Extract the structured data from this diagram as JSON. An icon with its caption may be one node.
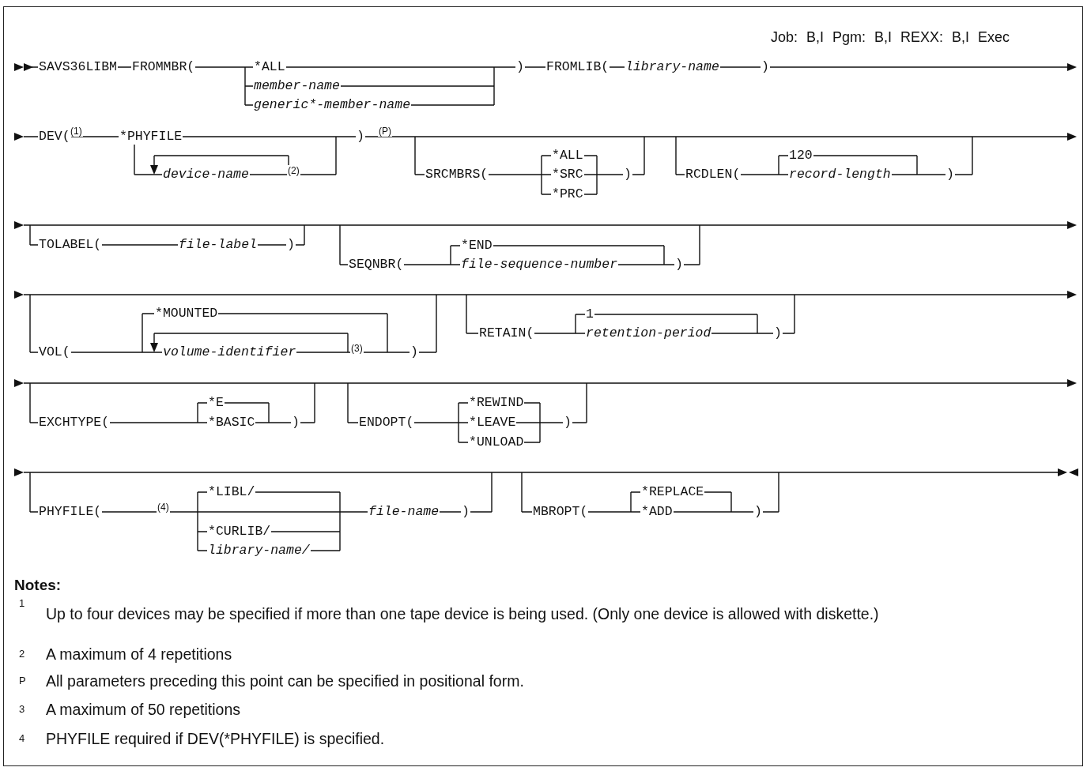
{
  "diagram": {
    "labels": [
      "Job: B,I Pgm: B,I REXX: B,I Exec",
      "SAVS36LIBM",
      "FROMMBR(",
      "*ALL",
      "member-name",
      "generic*-member-name",
      ")",
      "FROMLIB(",
      "library-name",
      ")",
      "DEV(",
      "(1)",
      "*PHYFILE",
      "device-name",
      "(2)",
      ")",
      "(P)",
      "SRCMBRS(",
      "*ALL",
      "*SRC",
      "*PRC",
      ")",
      "RCDLEN(",
      "120",
      "record-length",
      ")",
      "TOLABEL(",
      "file-label",
      ")",
      "SEQNBR(",
      "*END",
      "file-sequence-number",
      ")",
      "VOL(",
      "*MOUNTED",
      "volume-identifier",
      "(3)",
      ")",
      "RETAIN(",
      "1",
      "retention-period",
      ")",
      "EXCHTYPE(",
      "*E",
      "*BASIC",
      ")",
      "ENDOPT(",
      "*REWIND",
      "*LEAVE",
      "*UNLOAD",
      ")",
      "PHYFILE(",
      "(4)",
      "*LIBL/",
      "*CURLIB/",
      "library-name/",
      "file-name",
      ")",
      "MBROPT(",
      "*REPLACE",
      "*ADD",
      ")",
      "Notes:",
      "1",
      "Up to four devices may be specified if more than one tape device is being used. (Only one device is allowed with diskette.)",
      "2",
      "A maximum of 4 repetitions",
      "P",
      "All parameters preceding this point can be specified in positional form.",
      "3",
      "A maximum of 50 repetitions",
      "4",
      "PHYFILE required if DEV(*PHYFILE) is specified."
    ]
  }
}
